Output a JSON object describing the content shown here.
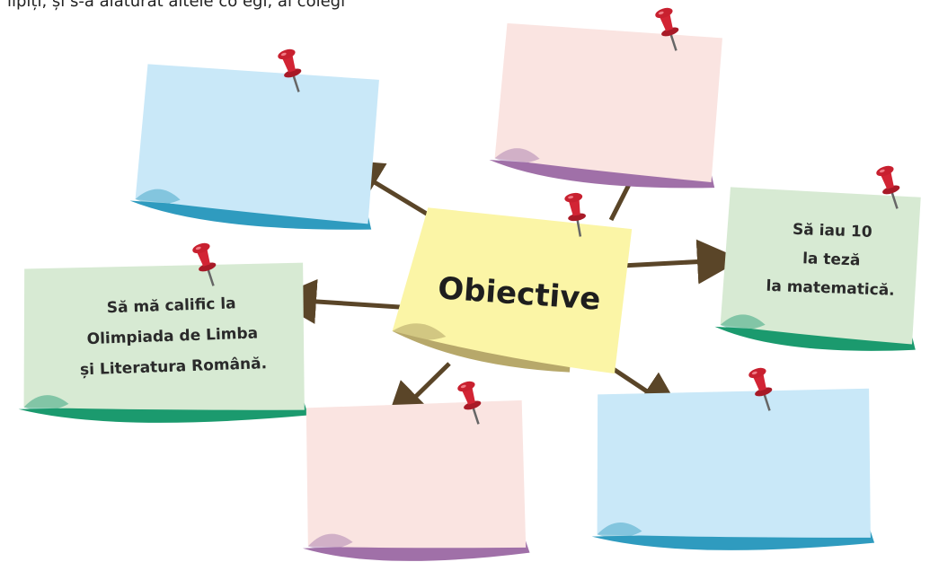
{
  "header": {
    "partial_text": "lipiți, și s-a alăturat altele co egi, al colegi"
  },
  "center_note": {
    "title": "Obiective",
    "color": "#fbf5a6"
  },
  "notes": [
    {
      "id": "blue-top-left",
      "color": "#c9e8f8",
      "lines": []
    },
    {
      "id": "pink-top",
      "color": "#fae4e1",
      "lines": []
    },
    {
      "id": "green-right",
      "color": "#d7ead3",
      "lines": [
        "Să iau 10",
        "la teză",
        "la matematică."
      ]
    },
    {
      "id": "green-left",
      "color": "#d7ead3",
      "lines": [
        "Să mă calific la",
        "Olimpiada de Limba",
        "și Literatura Română."
      ]
    },
    {
      "id": "pink-bottom",
      "color": "#fae4e1",
      "lines": []
    },
    {
      "id": "blue-bottom-right",
      "color": "#c9e8f8",
      "lines": []
    }
  ],
  "colors": {
    "arrow": "#5a4528",
    "pin": "#c8202f",
    "blue_curl": "#2f9bbf",
    "pink_curl": "#a070a8",
    "green_curl": "#1b9a6e",
    "yellow_curl": "#b7a86a"
  }
}
